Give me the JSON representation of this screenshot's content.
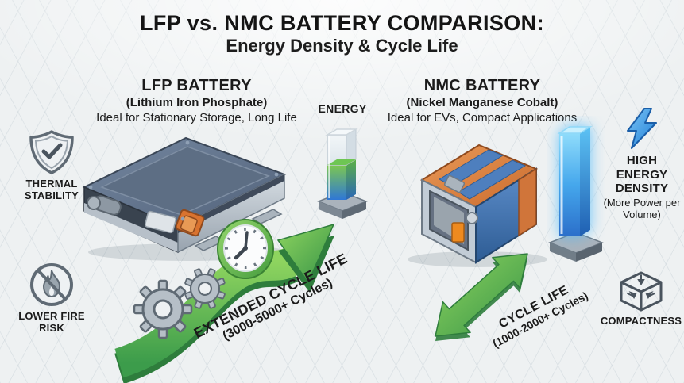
{
  "header": {
    "title": "LFP vs. NMC BATTERY COMPARISON:",
    "subtitle": "Energy Density & Cycle Life"
  },
  "lfp": {
    "name": "LFP BATTERY",
    "chemistry": "(Lithium Iron Phosphate)",
    "use_case": "Ideal for Stationary Storage, Long Life",
    "energy_bar_label": "ENERGY",
    "energy_fill_percent": 55,
    "arrow_label": "EXTENDED CYCLE LIFE",
    "arrow_sublabel": "(3000-5000+ Cycles)",
    "features": [
      {
        "icon": "shield-check-icon",
        "label": "THERMAL STABILITY"
      },
      {
        "icon": "no-fire-icon",
        "label": "LOWER FIRE RISK"
      }
    ]
  },
  "nmc": {
    "name": "NMC BATTERY",
    "chemistry": "(Nickel Manganese Cobalt)",
    "use_case": "Ideal for EVs, Compact Applications",
    "energy_fill_percent": 100,
    "energy_label": "HIGH ENERGY DENSITY",
    "energy_sublabel": "(More Power per Volume)",
    "arrow_label": "CYCLE LIFE",
    "arrow_sublabel": "(1000-2000+ Cycles)",
    "features": [
      {
        "icon": "lightning-icon",
        "label": "HIGH ENERGY DENSITY"
      },
      {
        "icon": "cube-icon",
        "label": "COMPACTNESS"
      }
    ]
  },
  "colors": {
    "arrow_green_light": "#86cf5a",
    "arrow_green_dark": "#3c9c4b",
    "lfp_fill_green": "#7dc84f",
    "lfp_fill_blue": "#2f77d6",
    "nmc_column_blue_light": "#8fdcfb",
    "nmc_column_blue_dark": "#2b6fca",
    "nmc_body_orange": "#d97a3a",
    "nmc_body_blue": "#3f6fae",
    "lfp_body_slate": "#5d6e84",
    "background": "#eef1f2",
    "text": "#1b1b1b"
  }
}
